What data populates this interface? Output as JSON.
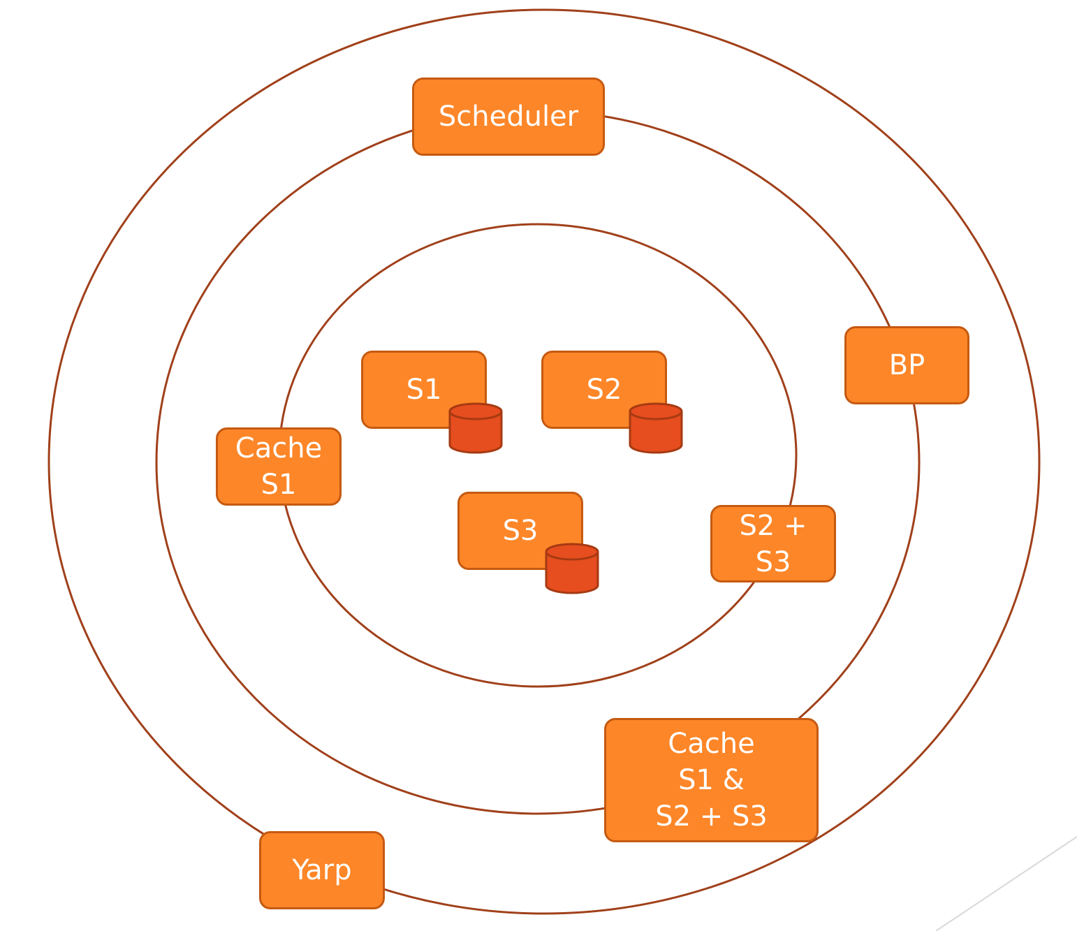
{
  "colors": {
    "ring_stroke": "#a0401a",
    "node_fill": "#fd8628",
    "node_border": "#c55a11",
    "node_text": "#ffffff",
    "database_fill": "#e64d1f",
    "database_stroke": "#a63a12"
  },
  "nodes": {
    "scheduler": "Scheduler",
    "bp": "BP",
    "cache_s1": "Cache\nS1",
    "s2_plus_s3": "S2 +\nS3",
    "cache_combined": "Cache\nS1 &\nS2 + S3",
    "yarp": "Yarp",
    "s1": "S1",
    "s2": "S2",
    "s3": "S3"
  },
  "icons": {
    "database": "database-cylinder-icon"
  }
}
